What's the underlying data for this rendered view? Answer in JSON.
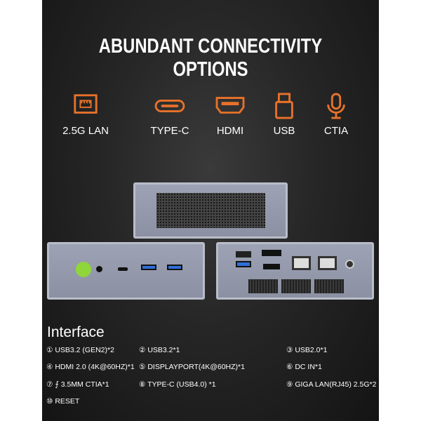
{
  "title": "ABUNDANT CONNECTIVITY OPTIONS",
  "features": [
    {
      "label": "2.5G LAN",
      "icon": "lan-icon"
    },
    {
      "label": "TYPE-C",
      "icon": "type-c-icon"
    },
    {
      "label": "HDMI",
      "icon": "hdmi-icon"
    },
    {
      "label": "USB",
      "icon": "usb-icon"
    },
    {
      "label": "CTIA",
      "icon": "microphone-icon"
    }
  ],
  "accent": "#e8722a",
  "interface": {
    "title": "Interface",
    "items": [
      "① USB3.2 (GEN2)*2",
      "② USB3.2*1",
      "③ USB2.0*1",
      "④ HDMI 2.0 (4K@60HZ)*1",
      "⑤ DISPLAYPORT(4K@60HZ)*1",
      "⑥ DC IN*1",
      "⑦ ⨍ 3.5MM CTIA*1",
      "⑧ TYPE-C (USB4.0) *1",
      "⑨ GIGA LAN(RJ45) 2.5G*2",
      "⑩ RESET"
    ]
  }
}
